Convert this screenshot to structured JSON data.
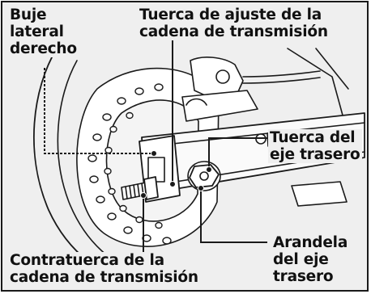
{
  "labels": {
    "buje_line1": "Buje",
    "buje_line2": "lateral",
    "buje_line3": "derecho",
    "ajuste_line1": "Tuerca de ajuste de la",
    "ajuste_line2": "cadena de transmisión",
    "tuerca_eje_line1": "Tuerca del",
    "tuerca_eje_line2": "eje trasero",
    "arandela_line1": "Arandela",
    "arandela_line2": "del eje",
    "arandela_line3": "trasero",
    "contratuerca_line1": "Contratuerca de la",
    "contratuerca_line2": "cadena de transmisión"
  },
  "colors": {
    "background": "#efefef",
    "line_art": "#1a1a1a",
    "swingarm": "#fafafa"
  }
}
